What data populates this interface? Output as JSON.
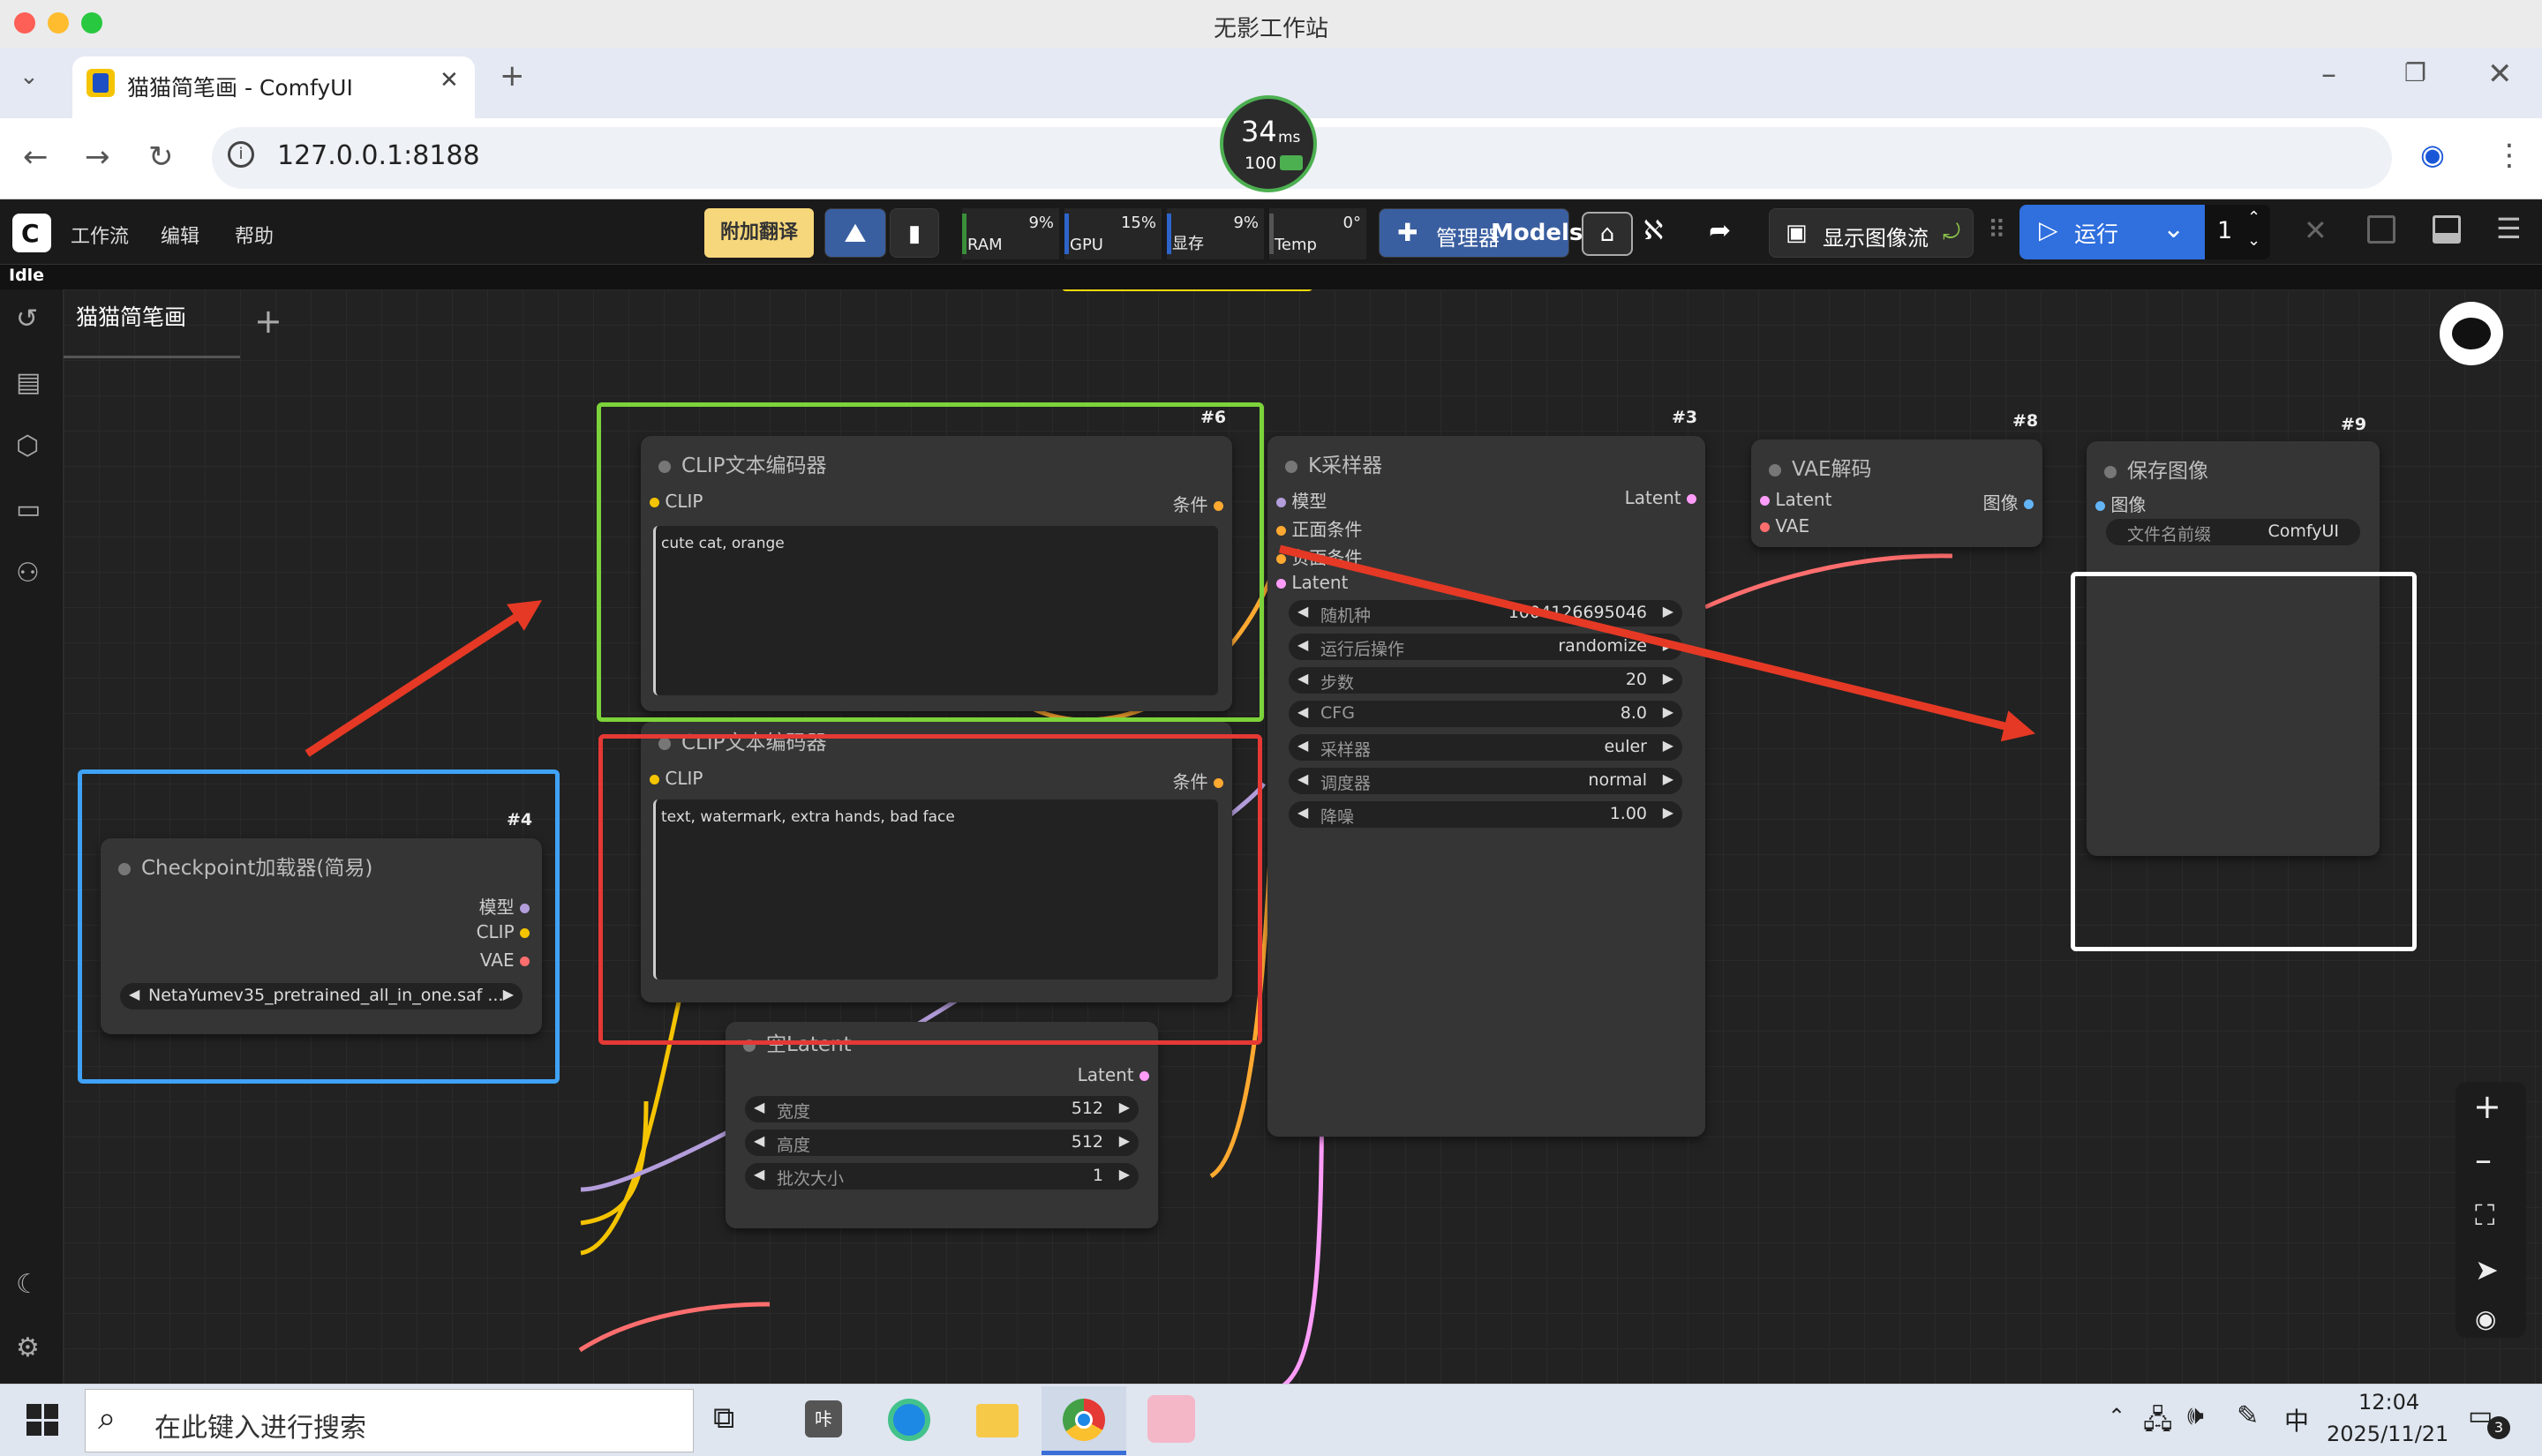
{
  "window": {
    "title": "无影工作站"
  },
  "browser": {
    "tab_title": "猫猫简笔画 - ComfyUI",
    "url": "127.0.0.1:8188",
    "perf": {
      "ms": "34",
      "unit": "ms",
      "fps": "100"
    }
  },
  "comfy": {
    "menu": [
      "工作流",
      "编辑",
      "帮助"
    ],
    "translate_button": "附加翻译",
    "metrics": [
      {
        "label": "RAM",
        "value": "9%",
        "color": "#3a8f3a"
      },
      {
        "label": "GPU",
        "value": "15%",
        "color": "#2e64c9"
      },
      {
        "label": "显存",
        "value": "9%",
        "color": "#2e64c9"
      },
      {
        "label": "Temp",
        "value": "0°",
        "color": "#555555"
      }
    ],
    "manager_label": "管理器",
    "models_label": "Models",
    "show_image_flow": "显示图像流",
    "run_label": "运行",
    "queue_count": "1",
    "status": "Idle",
    "workflow_tab": "猫猫简笔画",
    "nodes": {
      "clip_pos": {
        "id": "#6",
        "title": "CLIP文本编码器",
        "in": "CLIP",
        "out": "条件",
        "text": "cute cat, orange"
      },
      "clip_neg": {
        "title": "CLIP文本编码器",
        "in": "CLIP",
        "out": "条件",
        "text": "text, watermark, extra hands, bad face"
      },
      "checkpoint": {
        "id": "#4",
        "title": "Checkpoint加载器(简易)",
        "outs": [
          "模型",
          "CLIP",
          "VAE"
        ],
        "ckpt": "NetaYumev35_pretrained_all_in_one.saf ..."
      },
      "latent": {
        "title": "空Latent",
        "out": "Latent",
        "widgets": [
          {
            "label": "宽度",
            "value": "512"
          },
          {
            "label": "高度",
            "value": "512"
          },
          {
            "label": "批次大小",
            "value": "1"
          }
        ]
      },
      "ksampler": {
        "id": "#3",
        "title": "K采样器",
        "ins": [
          "模型",
          "正面条件",
          "负面条件",
          "Latent"
        ],
        "out": "Latent",
        "widgets": [
          {
            "label": "随机种",
            "value": "1004126695046"
          },
          {
            "label": "运行后操作",
            "value": "randomize"
          },
          {
            "label": "步数",
            "value": "20"
          },
          {
            "label": "CFG",
            "value": "8.0"
          },
          {
            "label": "采样器",
            "value": "euler"
          },
          {
            "label": "调度器",
            "value": "normal"
          },
          {
            "label": "降噪",
            "value": "1.00"
          }
        ]
      },
      "vae": {
        "id": "#8",
        "title": "VAE解码",
        "ins": [
          "Latent",
          "VAE"
        ],
        "out": "图像"
      },
      "save": {
        "id": "#9",
        "title": "保存图像",
        "in": "图像",
        "prefix_label": "文件名前缀",
        "prefix_value": "ComfyUI"
      }
    }
  },
  "taskbar": {
    "search_placeholder": "在此键入进行搜索",
    "time": "12:04",
    "date": "2025/11/21",
    "notifications": "3",
    "ime": "中"
  },
  "colors": {
    "clip": "#f5c400",
    "model": "#b39ddb",
    "vae": "#ff6e6e",
    "latent": "#ff9cf9",
    "cond": "#ffa931",
    "image": "#64b5f6"
  }
}
